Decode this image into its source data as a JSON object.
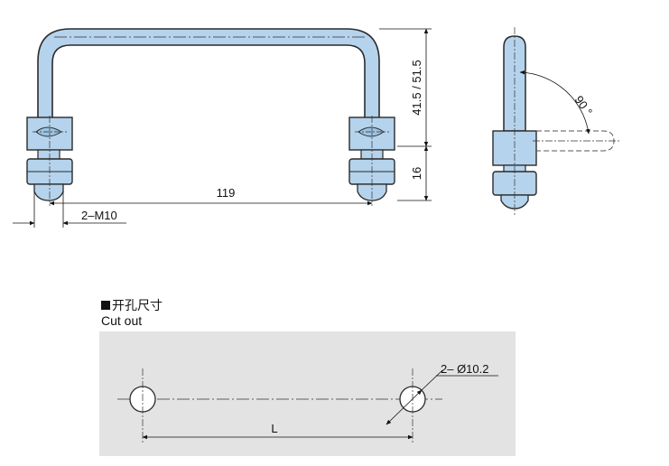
{
  "front_view": {
    "dim_span": "119",
    "dim_thread": "2–M10",
    "dim_height": "41.5 / 51.5",
    "dim_nut_height": "16"
  },
  "side_view": {
    "angle": "90 °"
  },
  "cutout": {
    "title_cn": "开孔尺寸",
    "title_en": "Cut out",
    "hole_dim": "2– Ø10.2",
    "length_label": "L"
  },
  "colors": {
    "part_fill": "#b5d3ec",
    "part_stroke": "#2a2a2a",
    "panel_fill": "#e3e3e3"
  }
}
